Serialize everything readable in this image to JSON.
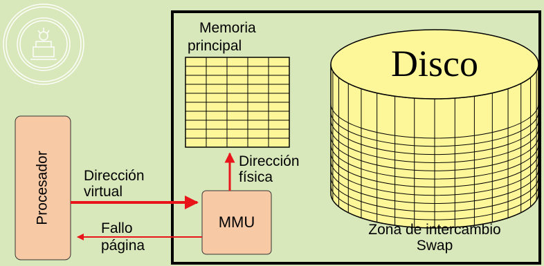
{
  "memory": {
    "line1": "Memoria",
    "line2": "principal"
  },
  "disk": {
    "title": "Disco",
    "caption_line1": "Zona de intercambio",
    "caption_line2": "Swap"
  },
  "processor": {
    "label": "Procesador"
  },
  "mmu": {
    "label": "MMU"
  },
  "arrows": {
    "virtual_line1": "Dirección",
    "virtual_line2": "virtual",
    "physical_line1": "Dirección",
    "physical_line2": "física",
    "fault_line1": "Fallo",
    "fault_line2": "página"
  },
  "colors": {
    "background": "#d9e8bb",
    "processor_fill": "#f8c9a5",
    "disk_fill": "#fdf79a",
    "arrow": "#e8141a",
    "seal": "#ffffff"
  },
  "icons": {
    "seal": "university-seal-icon"
  }
}
